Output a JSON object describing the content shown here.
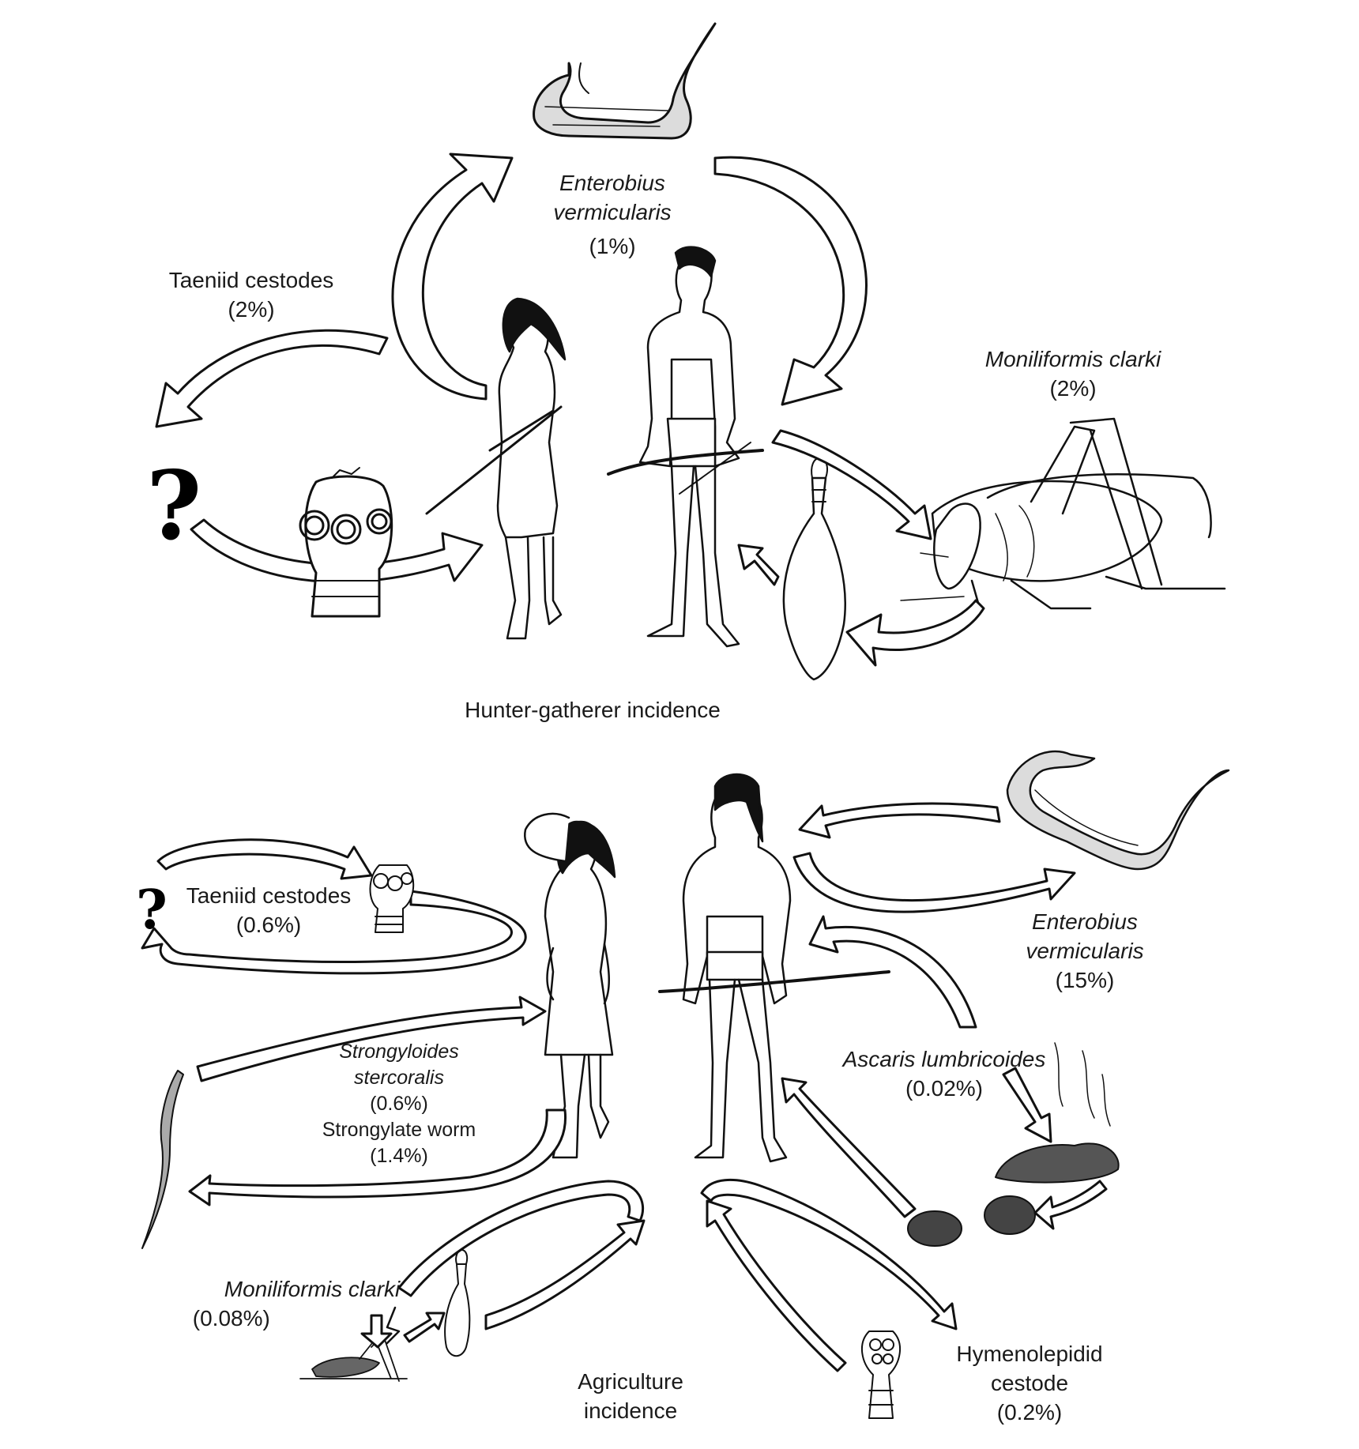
{
  "hunter_gatherer": {
    "caption": "Hunter-gatherer incidence",
    "enterobius": {
      "name_line1": "Enterobius",
      "name_line2": "vermicularis",
      "pct": "(1%)"
    },
    "taeniid": {
      "name": "Taeniid cestodes",
      "pct": "(2%)"
    },
    "moniliformis": {
      "name": "Moniliformis clarki",
      "pct": "(2%)"
    },
    "unknown_host": "?"
  },
  "agriculture": {
    "caption_line1": "Agriculture",
    "caption_line2": "incidence",
    "taeniid": {
      "name": "Taeniid cestodes",
      "pct": "(0.6%)"
    },
    "enterobius": {
      "name_line1": "Enterobius",
      "name_line2": "vermicularis",
      "pct": "(15%)"
    },
    "strongyloides": {
      "name_line1": "Strongyloides",
      "name_line2": "stercoralis",
      "pct": "(0.6%)"
    },
    "strongylate": {
      "name": "Strongylate worm",
      "pct": "(1.4%)"
    },
    "ascaris": {
      "name": "Ascaris lumbricoides",
      "pct": "(0.02%)"
    },
    "moniliformis": {
      "name": "Moniliformis clarki",
      "pct": "(0.08%)"
    },
    "hymenolepidid": {
      "name_line1": "Hymenolepidid",
      "name_line2": "cestode",
      "pct": "(0.2%)"
    },
    "unknown_host": "?"
  }
}
